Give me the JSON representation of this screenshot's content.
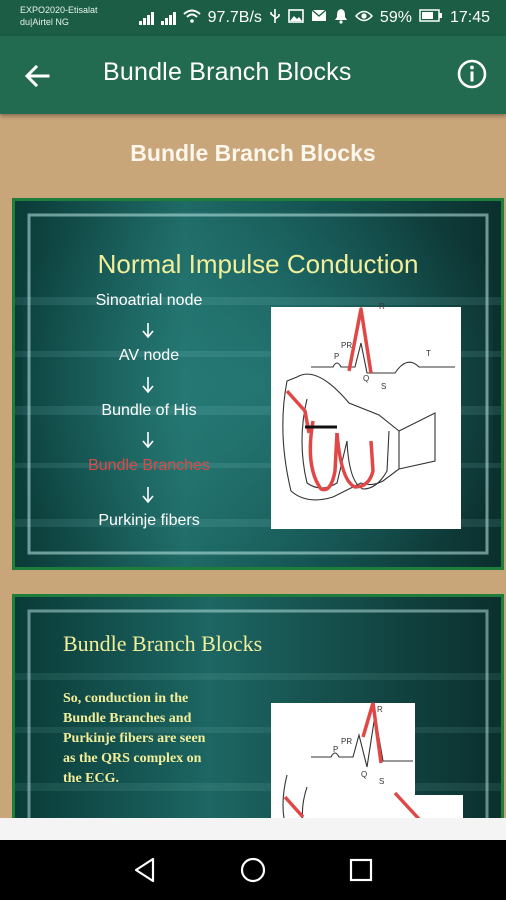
{
  "status_bar": {
    "carrier_line1": "EXPO2020-Etisalat",
    "carrier_line2": "du|Airtel NG",
    "network_speed": "97.7B/s",
    "battery": "59%",
    "time": "17:45"
  },
  "app_bar": {
    "title": "Bundle Branch Blocks",
    "back_icon": "arrow-back-icon",
    "info_icon": "info-icon"
  },
  "page": {
    "section_title": "Bundle Branch Blocks"
  },
  "slides": [
    {
      "heading": "Normal Impulse Conduction",
      "steps": [
        "Sinoatrial node",
        "AV node",
        "Bundle of His",
        "Bundle Branches",
        "Purkinje fibers"
      ],
      "highlight_step": "Bundle Branches",
      "figure_labels": [
        "PR",
        "P",
        "Q",
        "R",
        "S",
        "T"
      ]
    },
    {
      "heading": "Bundle Branch Blocks",
      "body_lines": [
        "So, conduction in  the",
        "Bundle Branches and",
        "Purkinje fibers are seen",
        "as the QRS complex on",
        "the ECG."
      ],
      "figure_labels": [
        "PR",
        "P",
        "Q",
        "R",
        "S"
      ]
    }
  ],
  "colors": {
    "status_bar": "#1b5e45",
    "app_bar": "#236b50",
    "background": "#c9a57a",
    "slide_border": "#1e7d3a",
    "highlight_red": "#e04848",
    "slide_heading_yellow": "#f2ee9a"
  }
}
